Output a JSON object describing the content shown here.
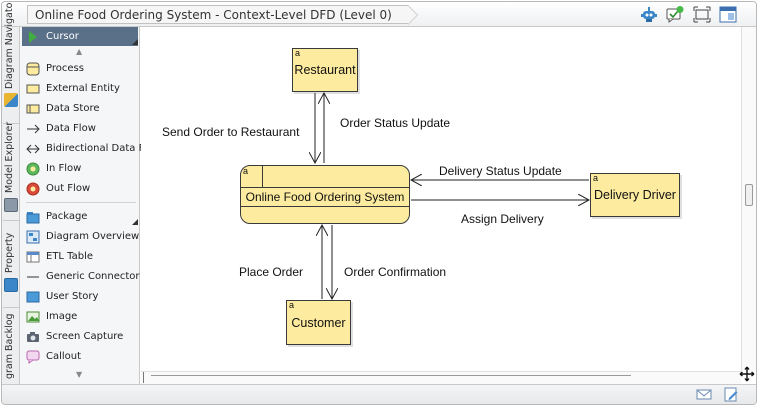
{
  "title_bar": {
    "breadcrumb": "Online Food Ordering System - Context-Level DFD (Level 0)"
  },
  "side_tabs": [
    {
      "label": "Diagram Navigator",
      "icon": "navigator-icon"
    },
    {
      "label": "Model Explorer",
      "icon": "model-explorer-icon"
    },
    {
      "label": "Property",
      "icon": "property-icon"
    },
    {
      "label": "gram Backlog",
      "icon": "backlog-icon"
    }
  ],
  "palette": {
    "items": [
      {
        "label": "Cursor",
        "icon": "cursor-icon",
        "selected": true
      },
      {
        "label": "Process",
        "icon": "process-icon"
      },
      {
        "label": "External Entity",
        "icon": "external-entity-icon"
      },
      {
        "label": "Data Store",
        "icon": "data-store-icon"
      },
      {
        "label": "Data Flow",
        "icon": "data-flow-arrow-icon"
      },
      {
        "label": "Bidirectional Data Flow",
        "icon": "bidirectional-arrow-icon"
      },
      {
        "label": "In Flow",
        "icon": "in-flow-icon"
      },
      {
        "label": "Out Flow",
        "icon": "out-flow-icon"
      },
      {
        "label": "Package",
        "icon": "package-icon"
      },
      {
        "label": "Diagram Overview",
        "icon": "diagram-overview-icon"
      },
      {
        "label": "ETL Table",
        "icon": "etl-table-icon"
      },
      {
        "label": "Generic Connector",
        "icon": "generic-connector-icon"
      },
      {
        "label": "User Story",
        "icon": "user-story-icon"
      },
      {
        "label": "Image",
        "icon": "image-icon"
      },
      {
        "label": "Screen Capture",
        "icon": "camera-icon"
      },
      {
        "label": "Callout",
        "icon": "callout-icon"
      }
    ]
  },
  "diagram": {
    "process": {
      "id_tag": "a",
      "label": "Online Food Ordering System"
    },
    "entities": {
      "restaurant": {
        "id_tag": "a",
        "label": "Restaurant"
      },
      "delivery_driver": {
        "id_tag": "a",
        "label": "Delivery Driver"
      },
      "customer": {
        "id_tag": "a",
        "label": "Customer"
      }
    },
    "flows": {
      "send_order": "Send Order to Restaurant",
      "order_status": "Order Status Update",
      "delivery_status": "Delivery Status Update",
      "assign_delivery": "Assign Delivery",
      "place_order": "Place Order",
      "order_confirmation": "Order Confirmation"
    }
  },
  "toolbar_icons": [
    "robot-assistant-icon",
    "chat-notification-icon",
    "fit-screen-icon",
    "panel-layout-icon"
  ],
  "status_icons": [
    "mail-icon",
    "document-edit-icon"
  ],
  "colors": {
    "shape_fill": "#fdeb9f",
    "selected_item": "#5a6f88",
    "chrome": "#eceef0"
  }
}
